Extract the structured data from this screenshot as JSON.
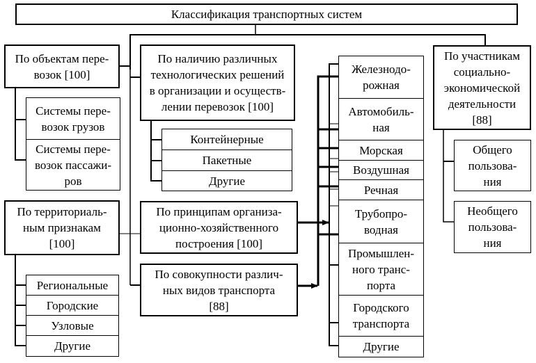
{
  "title": "Классификация транспортных систем",
  "groups": {
    "objects": {
      "label": "По объектам пере-\nвозок [100]",
      "children": [
        "Системы пере-\nвозок грузов",
        "Системы пере-\nвозок пассажи-\nров"
      ]
    },
    "technology": {
      "label": "По наличию различных\nтехнологических решений\nв организации и осуществ-\nлении перевозок [100]",
      "children": [
        "Контейнерные",
        "Пакетные",
        "Другие"
      ]
    },
    "territory": {
      "label": "По территориаль-\nным признакам\n[100]",
      "children": [
        "Региональные",
        "Городские",
        "Узловые",
        "Другие"
      ]
    },
    "organization": {
      "label": "По принципам организа-\nционно-хозяйственного\nпостроения [100]"
    },
    "combination": {
      "label": "По совокупности различ-\nных видов транспорта\n[88]"
    },
    "transport_modes": {
      "children": [
        "Железнодо-\nрожная",
        "Автомобиль-\nная",
        "Морская",
        "Воздушная",
        "Речная",
        "Трубопро-\nводная",
        "Промышлен-\nного транс-\nпорта",
        "Городского\nтранспорта",
        "Другие"
      ]
    },
    "participants": {
      "label": "По участникам\nсоциально-\nэкономической\nдеятельности\n[88]",
      "children": [
        "Общего\nпользова-\nния",
        "Необщего\nпользова-\nния"
      ]
    }
  }
}
